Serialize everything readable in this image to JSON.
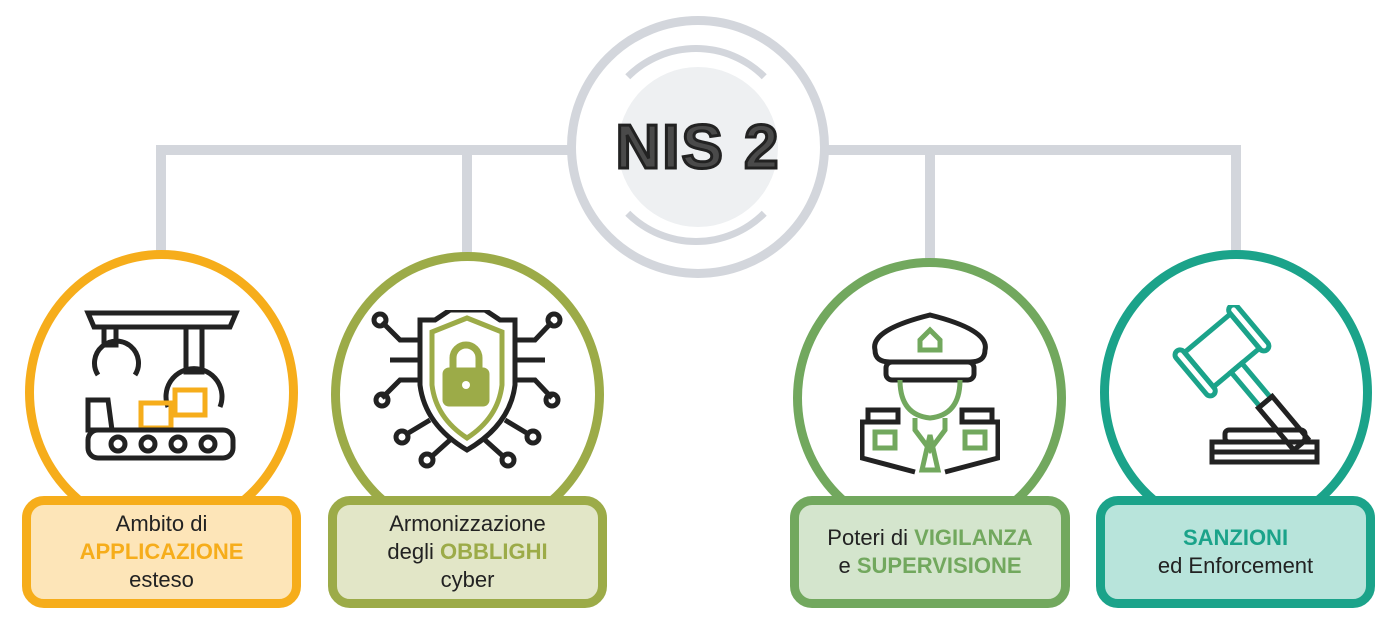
{
  "hub": {
    "title": "NIS 2"
  },
  "pillars": [
    {
      "icon": "factory-robot-arm-icon",
      "color": "#f6ad1b",
      "fill": "#fde5b8",
      "line1": "Ambito di",
      "highlight": "APPLICAZIONE",
      "line3": "esteso"
    },
    {
      "icon": "shield-lock-circuit-icon",
      "color": "#9cab48",
      "fill": "#e2e6c7",
      "line1": "Armonizzazione",
      "line2_prefix": "degli",
      "highlight": "OBBLIGHI",
      "line3": "cyber"
    },
    {
      "icon": "police-officer-icon",
      "color": "#72a85e",
      "fill": "#d4e5cd",
      "line1_prefix": "Poteri di",
      "highlight1": "VIGILANZA",
      "line2_prefix": "e",
      "highlight2": "SUPERVISIONE"
    },
    {
      "icon": "gavel-icon",
      "color": "#1ba38a",
      "fill": "#b8e4db",
      "highlight": "SANZIONI",
      "line2": "ed Enforcement"
    }
  ]
}
